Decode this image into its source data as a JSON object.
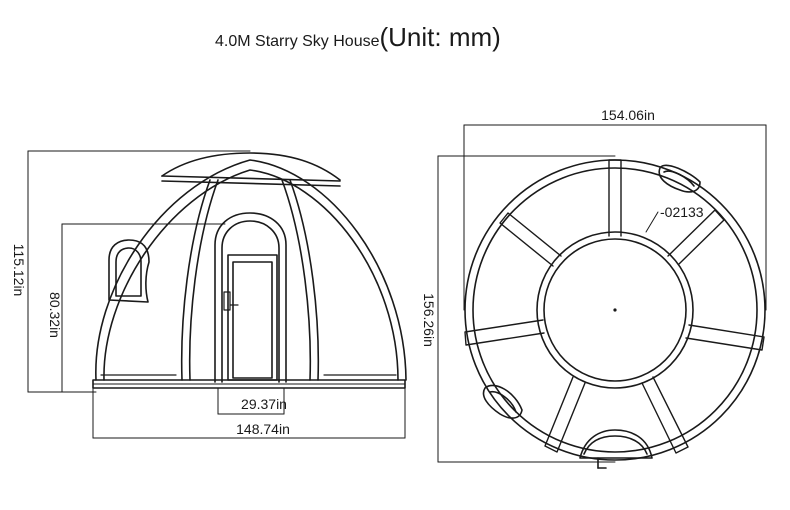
{
  "title": {
    "product": "4.0M Starry Sky House",
    "unit": "(Unit: mm)"
  },
  "front_view": {
    "overall_height": "115.12in",
    "window_height": "80.32in",
    "door_width": "29.37in",
    "base_width": "148.74in"
  },
  "top_view": {
    "width": "154.06in",
    "depth": "156.26in",
    "part_label": "-02133"
  }
}
